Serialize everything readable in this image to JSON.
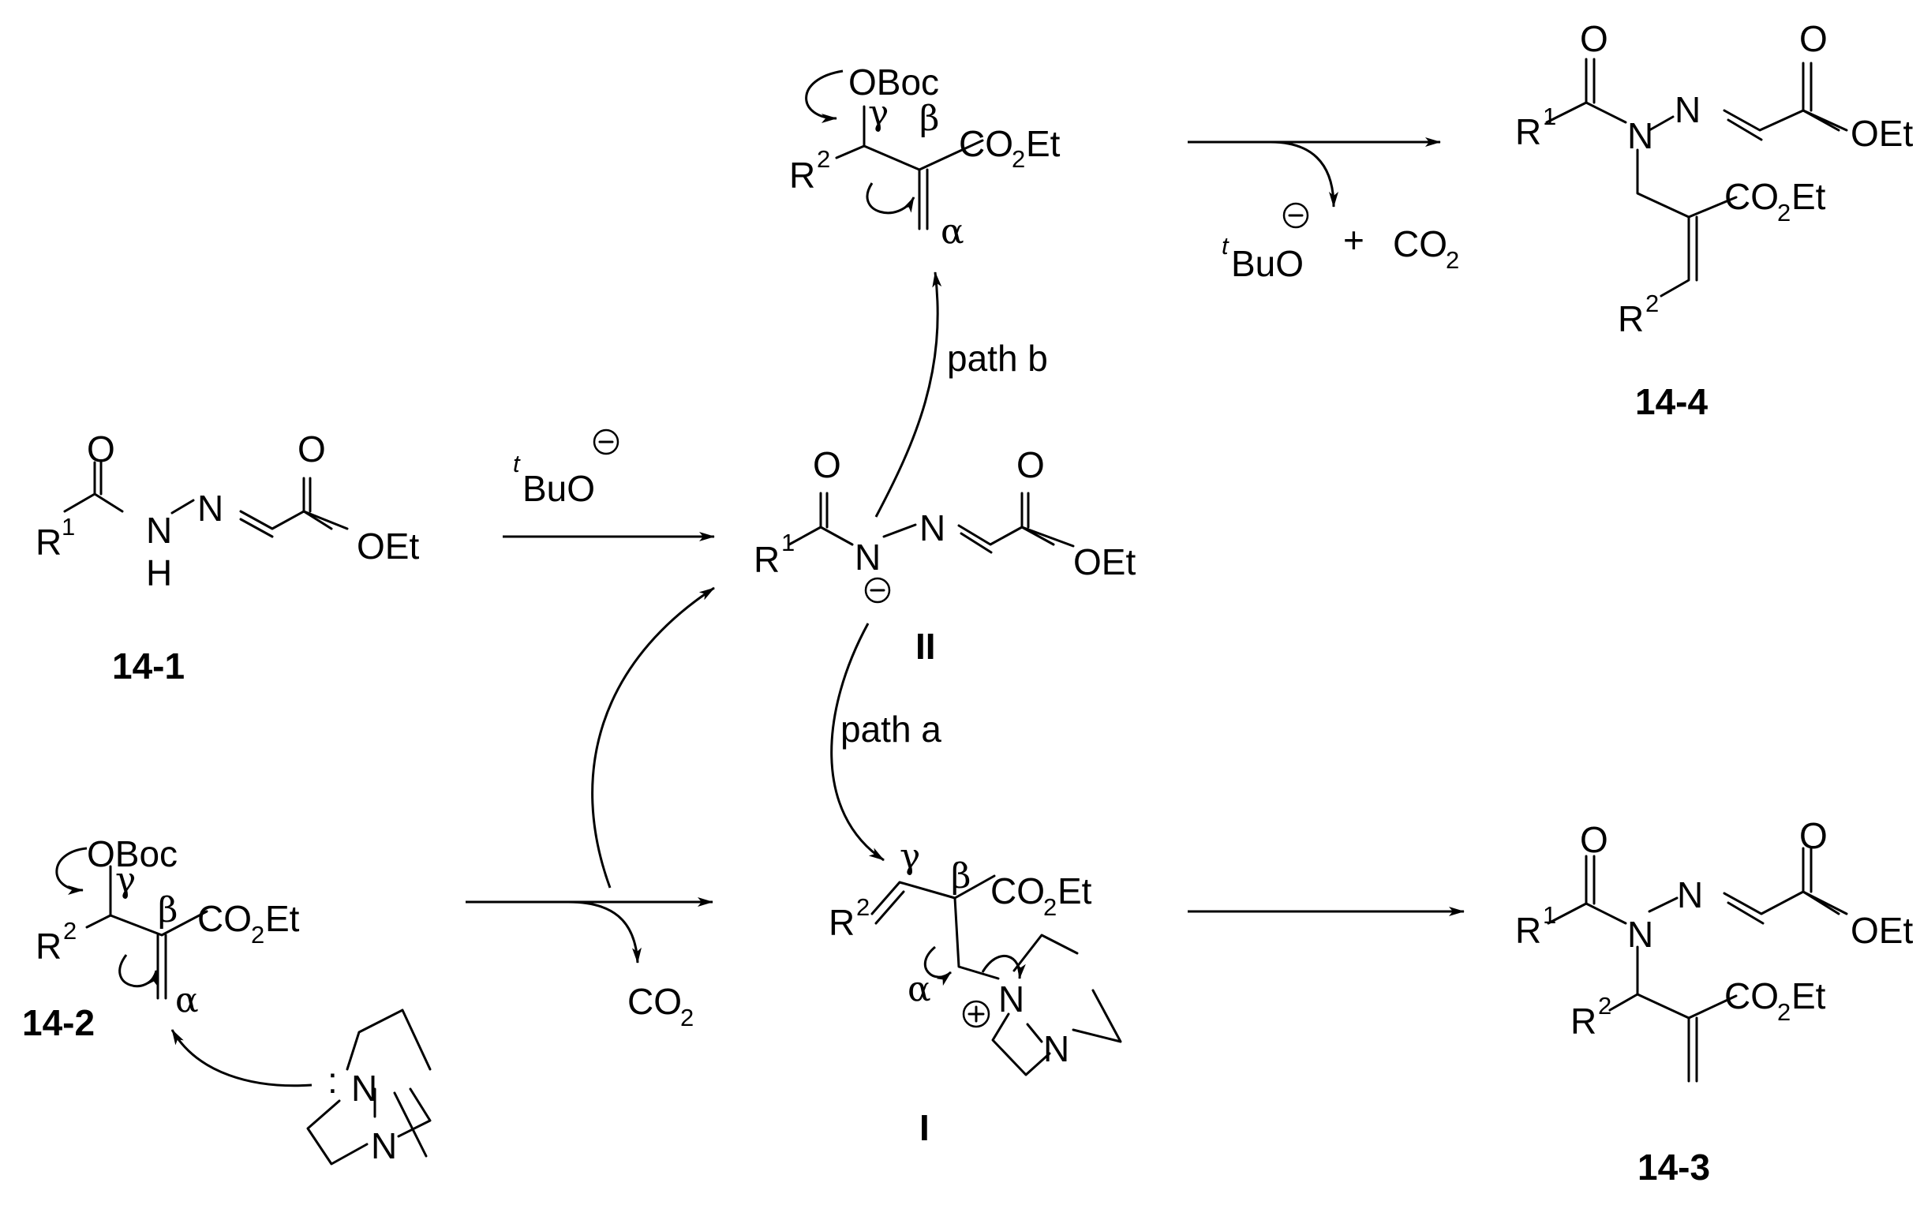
{
  "text": {
    "O": "O",
    "N": "N",
    "H": "H",
    "OEt": "OEt",
    "OBoc": "OBoc",
    "R": "R",
    "CO": "CO",
    "Et": "Et",
    "two": "2",
    "one": "1",
    "t": "t",
    "BuO": "BuO",
    "plus": "+",
    "alpha": "α",
    "beta": "β",
    "gamma": "γ",
    "dot": "·",
    "lonepair": ":"
  },
  "labels": {
    "c14_1": "14-1",
    "c14_2": "14-2",
    "c14_3": "14-3",
    "c14_4": "14-4",
    "int_I": "I",
    "int_II": "II",
    "path_a": "path a",
    "path_b": "path b"
  },
  "charges": {
    "minus": "−",
    "plus": "+"
  }
}
